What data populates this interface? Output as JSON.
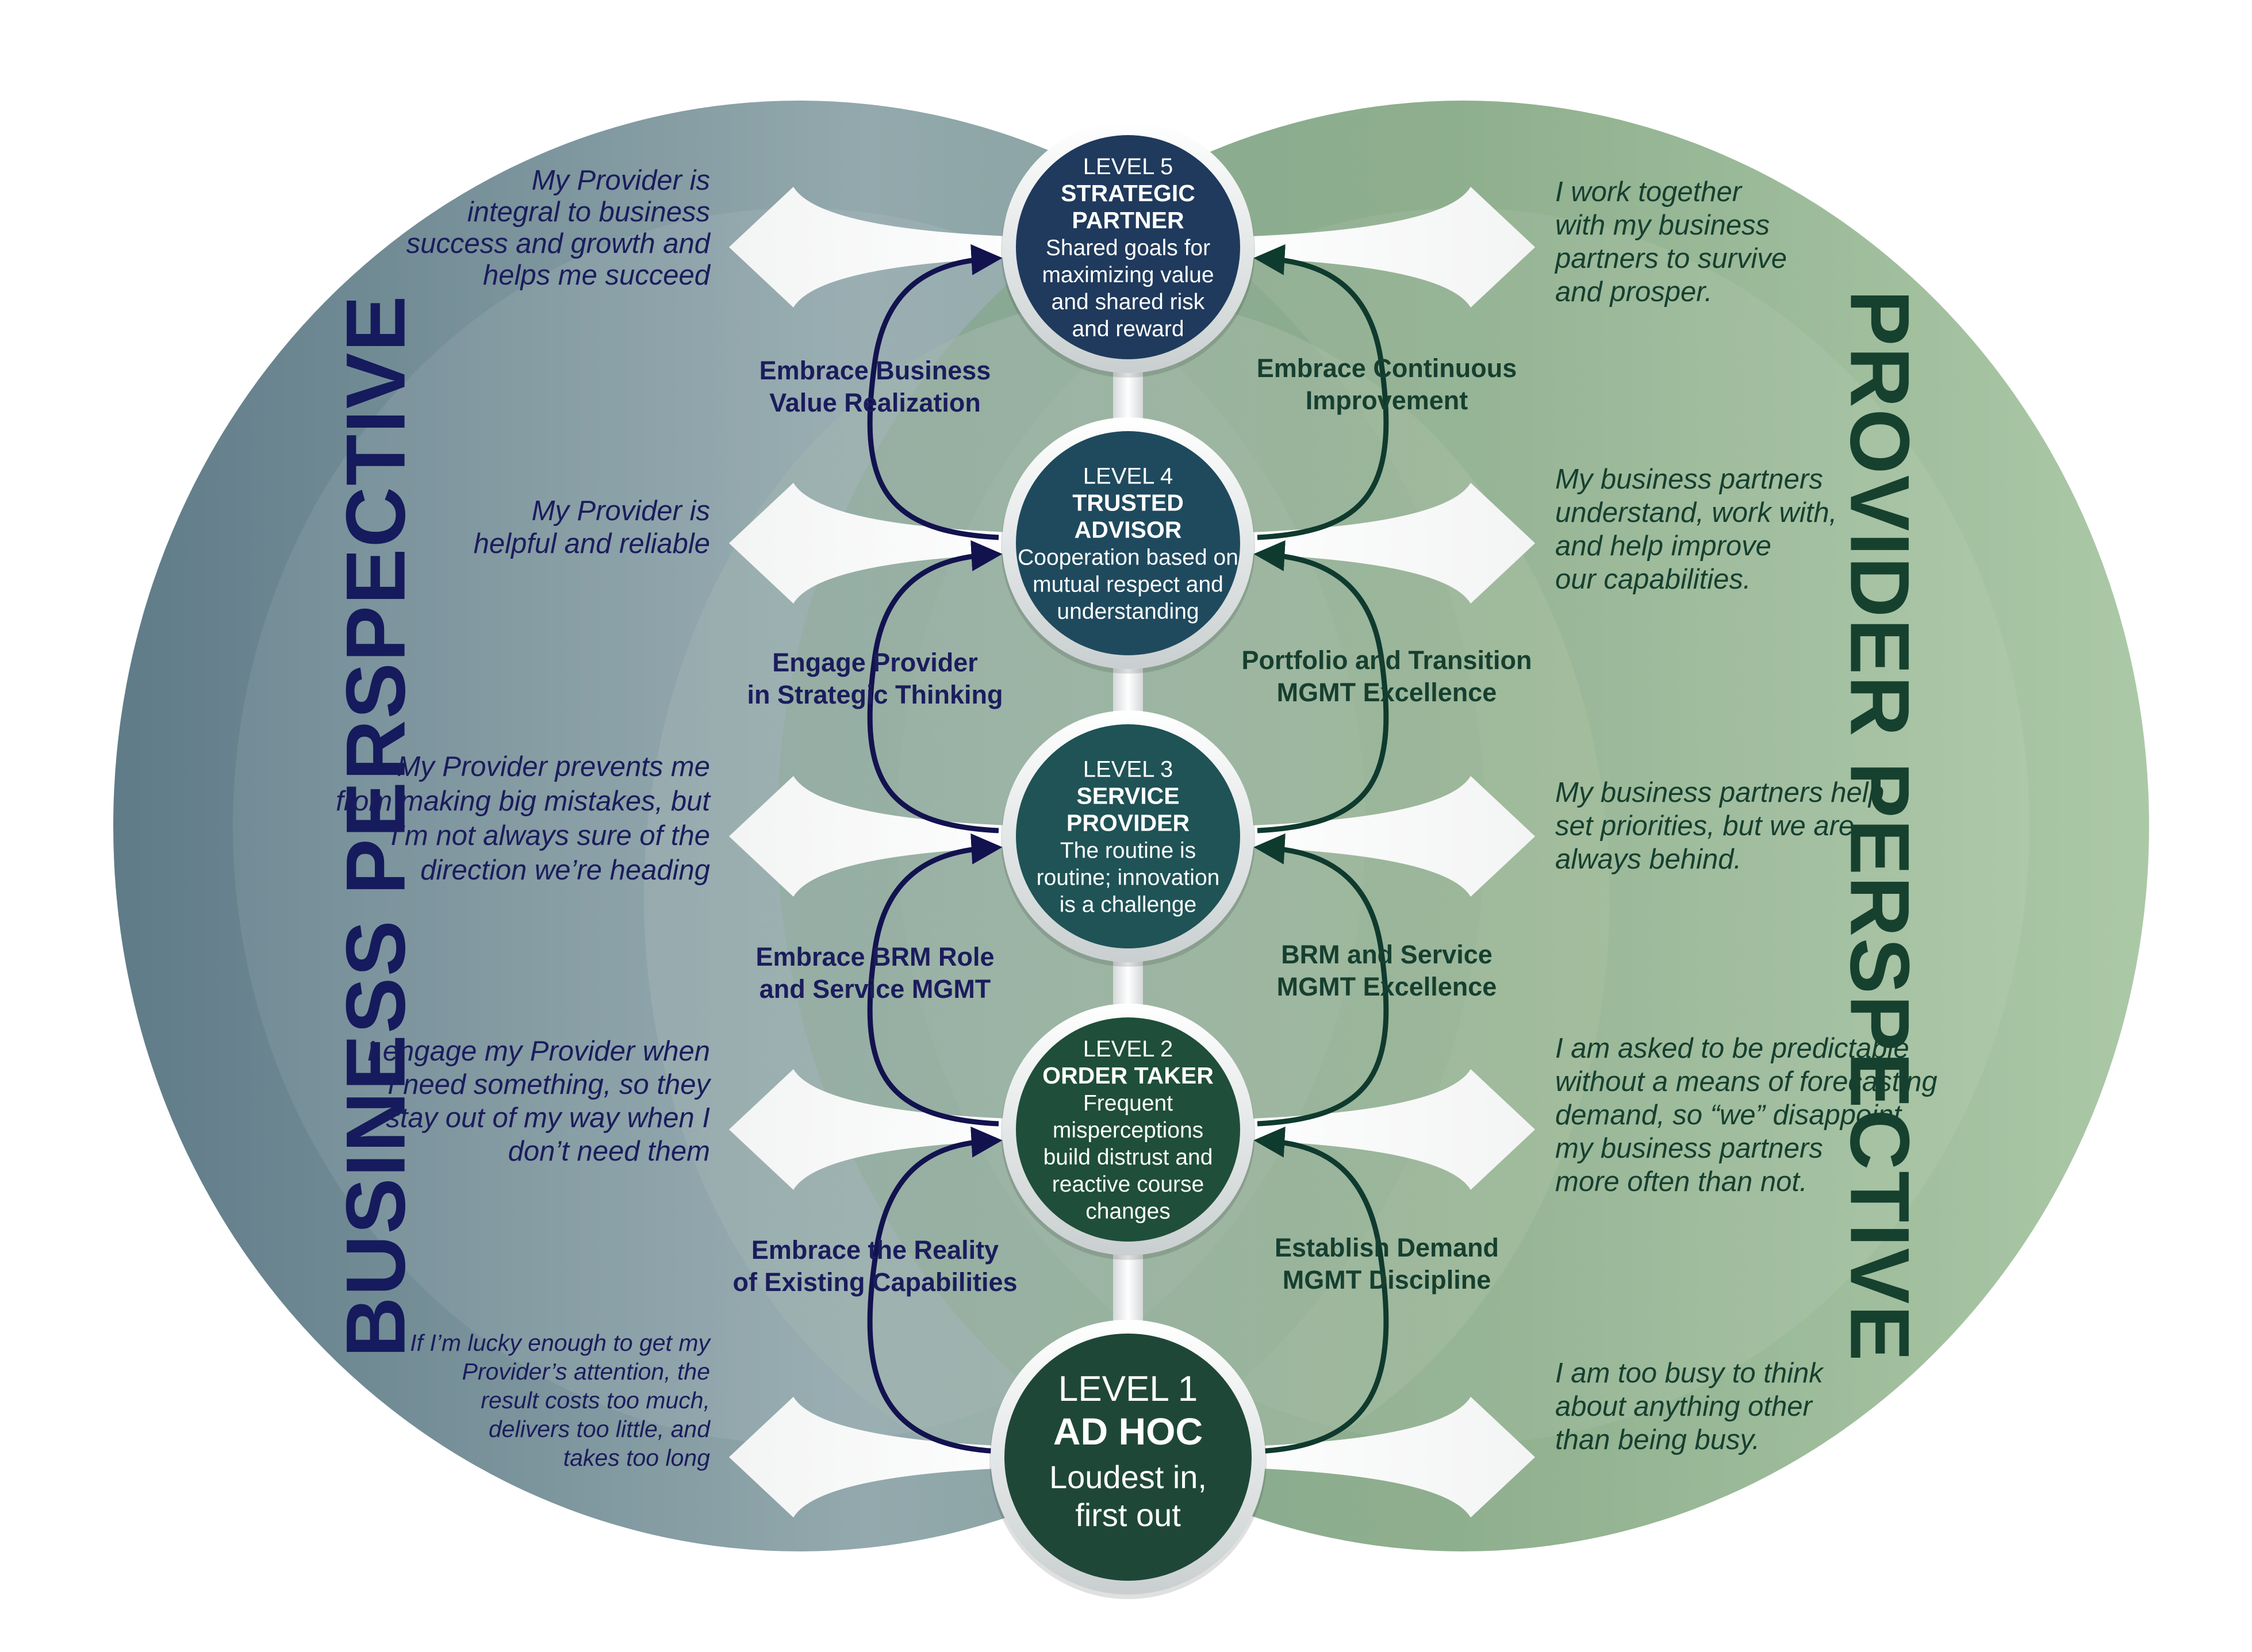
{
  "colors": {
    "business_dark": "#5f7f8a",
    "business_light": "#9fb3b5",
    "provider_dark": "#6d9472",
    "provider_light": "#a6c4a0",
    "business_text": "#1b1c5c",
    "provider_text": "#163f2f",
    "arrow_left": "#12124f",
    "arrow_right": "#0f3a2e"
  },
  "business_title": "BUSINESS PERSPECTIVE",
  "provider_title": "PROVIDER PERSPECTIVE",
  "levels": [
    {
      "num": "LEVEL 5",
      "name": [
        "STRATEGIC",
        "PARTNER"
      ],
      "desc": [
        "Shared goals for",
        "maximizing value",
        "and shared risk",
        "and reward"
      ],
      "color": "#1f3a5c",
      "business": [
        "My Provider is",
        "integral to business",
        "success and growth and",
        "helps me succeed"
      ],
      "provider": [
        "I work together",
        "with my business",
        "partners to survive",
        "and prosper."
      ]
    },
    {
      "num": "LEVEL 4",
      "name": [
        "TRUSTED",
        "ADVISOR"
      ],
      "desc": [
        "Cooperation based on",
        "mutual respect and",
        "understanding"
      ],
      "color": "#1f4a5e",
      "business": [
        "My Provider is",
        "helpful and reliable"
      ],
      "provider": [
        "My business partners",
        "understand, work with,",
        "and help improve",
        "our capabilities."
      ]
    },
    {
      "num": "LEVEL 3",
      "name": [
        "SERVICE",
        "PROVIDER"
      ],
      "desc": [
        "The routine is",
        "routine; innovation",
        "is a challenge"
      ],
      "color": "#1f5356",
      "business": [
        "My Provider prevents me",
        "from making big mistakes, but",
        "I’m not always sure of the",
        "direction we’re heading"
      ],
      "provider": [
        "My business partners help",
        "set priorities, but we are",
        "always behind."
      ]
    },
    {
      "num": "LEVEL 2",
      "name": [
        "ORDER TAKER"
      ],
      "desc": [
        "Frequent",
        "misperceptions",
        "build distrust and",
        "reactive course",
        "changes"
      ],
      "color": "#1f4e3a",
      "business": [
        "I engage my Provider when",
        "I need something, so they",
        "stay out of my way when I",
        "don’t need them"
      ],
      "provider": [
        "I am asked to be predictable",
        "without a means of forecasting",
        "demand, so “we” disappoint",
        "my business partners",
        "more often than not."
      ]
    },
    {
      "num": "LEVEL 1",
      "name": [
        "AD HOC"
      ],
      "desc": [
        "Loudest in,",
        "first out"
      ],
      "color": "#1f4737",
      "business": [
        "If I’m lucky enough to get my",
        "Provider’s attention, the",
        "result costs too much,",
        "delivers too little, and",
        "takes too long"
      ],
      "provider": [
        "I am too busy to think",
        "about anything other",
        "than being busy."
      ]
    }
  ],
  "transitions_business": [
    [
      "Embrace Business",
      "Value Realization"
    ],
    [
      "Engage Provider",
      "in Strategic Thinking"
    ],
    [
      "Embrace BRM Role",
      "and Service MGMT"
    ],
    [
      "Embrace the Reality",
      "of Existing Capabilities"
    ]
  ],
  "transitions_provider": [
    [
      "Embrace Continuous",
      "Improvement"
    ],
    [
      "Portfolio and Transition",
      "MGMT Excellence"
    ],
    [
      "BRM and Service",
      "MGMT Excellence"
    ],
    [
      "Establish Demand",
      "MGMT Discipline"
    ]
  ]
}
